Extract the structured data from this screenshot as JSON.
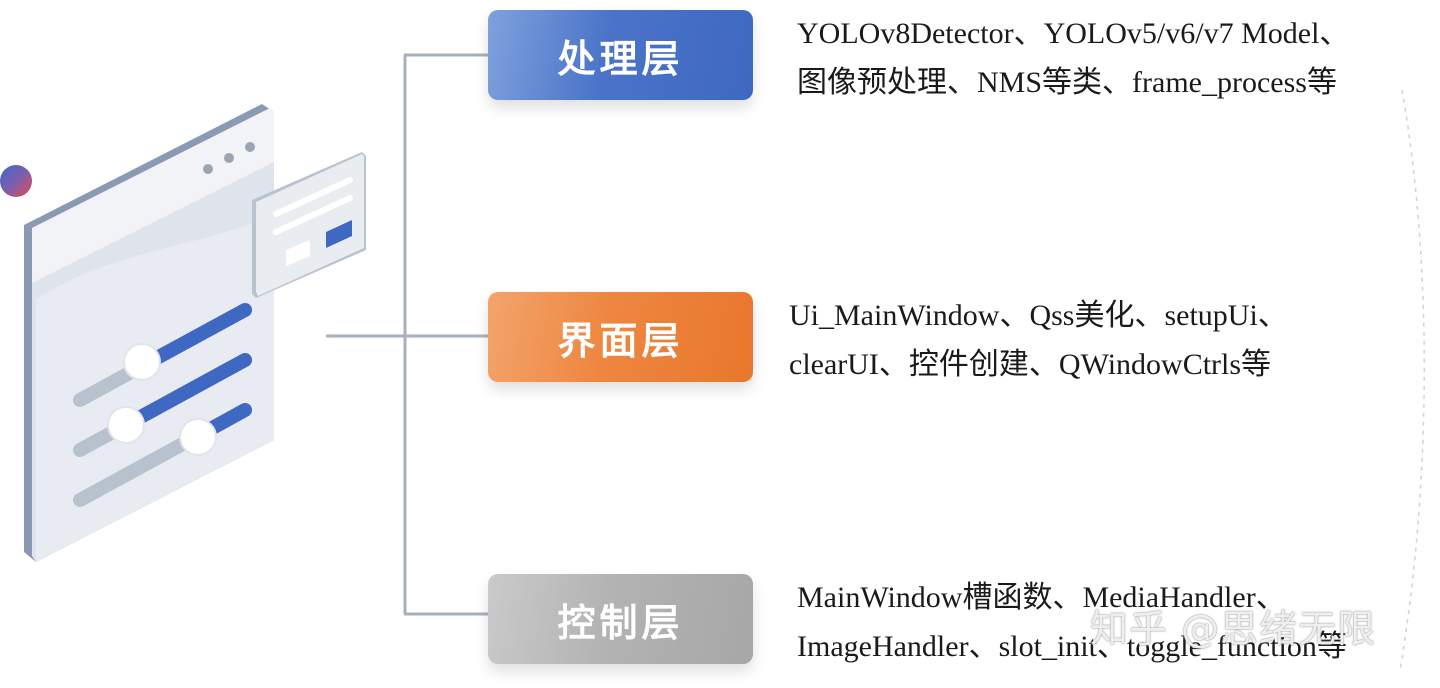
{
  "layers": [
    {
      "name": "处理层",
      "lines": [
        "YOLOv8Detector、YOLOv5/v6/v7 Model、",
        "图像预处理、NMS等类、frame_process等"
      ]
    },
    {
      "name": "界面层",
      "lines": [
        "Ui_MainWindow、Qss美化、setupUi、",
        "clearUI、控件创建、QWindowCtrls等"
      ]
    },
    {
      "name": "控制层",
      "lines": [
        "MainWindow槽函数、MediaHandler、",
        "ImageHandler、slot_init、toggle_function等"
      ]
    }
  ],
  "colors": {
    "processing": "#4a73c8",
    "interface": "#ee8640",
    "control": "#b3b3b3",
    "connector": "#a7b0be",
    "accent_blue": "#3f68c2"
  },
  "watermark": "知乎 @思绪无限"
}
